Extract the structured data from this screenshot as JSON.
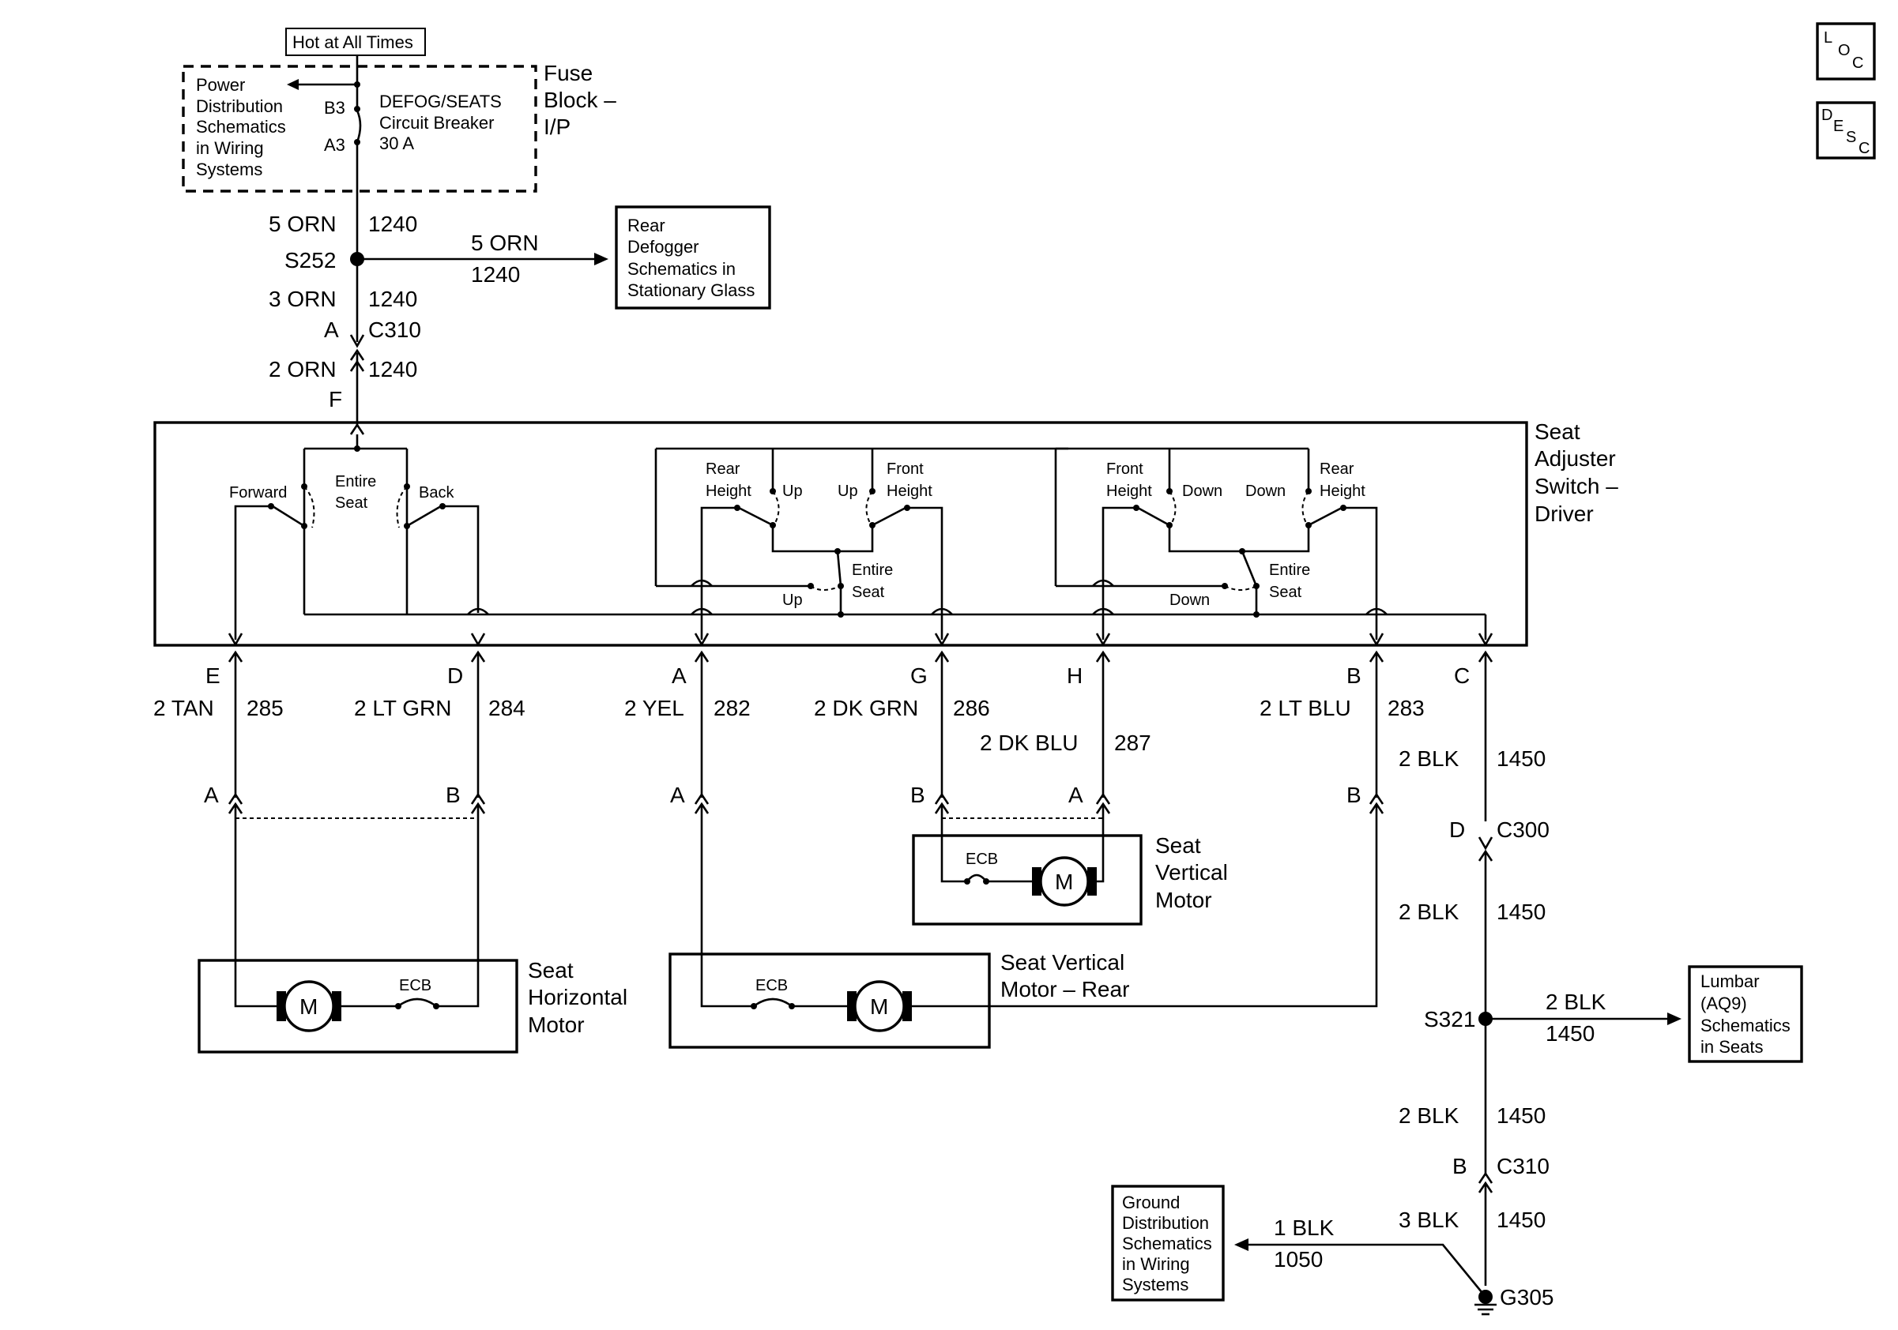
{
  "hot": "Hot at All Times",
  "power_box": [
    "Power",
    "Distribution",
    "Schematics",
    "in Wiring",
    "Systems"
  ],
  "fuse_block": [
    "Fuse",
    "Block –",
    "I/P"
  ],
  "breaker": [
    "DEFOG/SEATS",
    "Circuit Breaker",
    "30 A"
  ],
  "term_b3": "B3",
  "term_a3": "A3",
  "w_5orn": "5 ORN",
  "w_1240": "1240",
  "s252": "S252",
  "w_3orn": "3 ORN",
  "c310": "C310",
  "pin_a": "A",
  "w_2orn": "2 ORN",
  "pin_f": "F",
  "rear_defog_box": [
    "Rear",
    "Defogger",
    "Schematics in",
    "Stationary Glass"
  ],
  "switch_label": [
    "Seat",
    "Adjuster",
    "Switch –",
    "Driver"
  ],
  "sw": {
    "forward": "Forward",
    "entire": "Entire",
    "seat": "Seat",
    "back": "Back",
    "rear": "Rear",
    "height": "Height",
    "front": "Front",
    "up": "Up",
    "down": "Down"
  },
  "pins": {
    "e": "E",
    "d": "D",
    "a": "A",
    "g": "G",
    "h": "H",
    "b": "B",
    "c": "C"
  },
  "wires": {
    "tan": "2 TAN",
    "n285": "285",
    "ltgrn": "2 LT GRN",
    "n284": "284",
    "yel": "2 YEL",
    "n282": "282",
    "dkgrn": "2 DK GRN",
    "n286": "286",
    "dkblu": "2 DK BLU",
    "n287": "287",
    "ltblu": "2 LT BLU",
    "n283": "283",
    "blk2": "2 BLK",
    "n1450": "1450",
    "blk3": "3 BLK",
    "blk1": "1 BLK",
    "n1050": "1050"
  },
  "conn_c300": "C300",
  "pin_d": "D",
  "pin_b": "B",
  "s321": "S321",
  "g305": "G305",
  "motor_m": "M",
  "ecb": "ECB",
  "horiz_motor": [
    "Seat",
    "Horizontal",
    "Motor"
  ],
  "vert_motor": [
    "Seat",
    "Vertical",
    "Motor"
  ],
  "vert_rear_motor": [
    "Seat Vertical",
    "Motor – Rear"
  ],
  "lumbar_box": [
    "Lumbar",
    "(AQ9)",
    "Schematics",
    "in Seats"
  ],
  "ground_box": [
    "Ground",
    "Distribution",
    "Schematics",
    "in Wiring",
    "Systems"
  ],
  "loc": [
    "L",
    "O",
    "C"
  ],
  "desc": [
    "D",
    "E",
    "S",
    "C"
  ]
}
